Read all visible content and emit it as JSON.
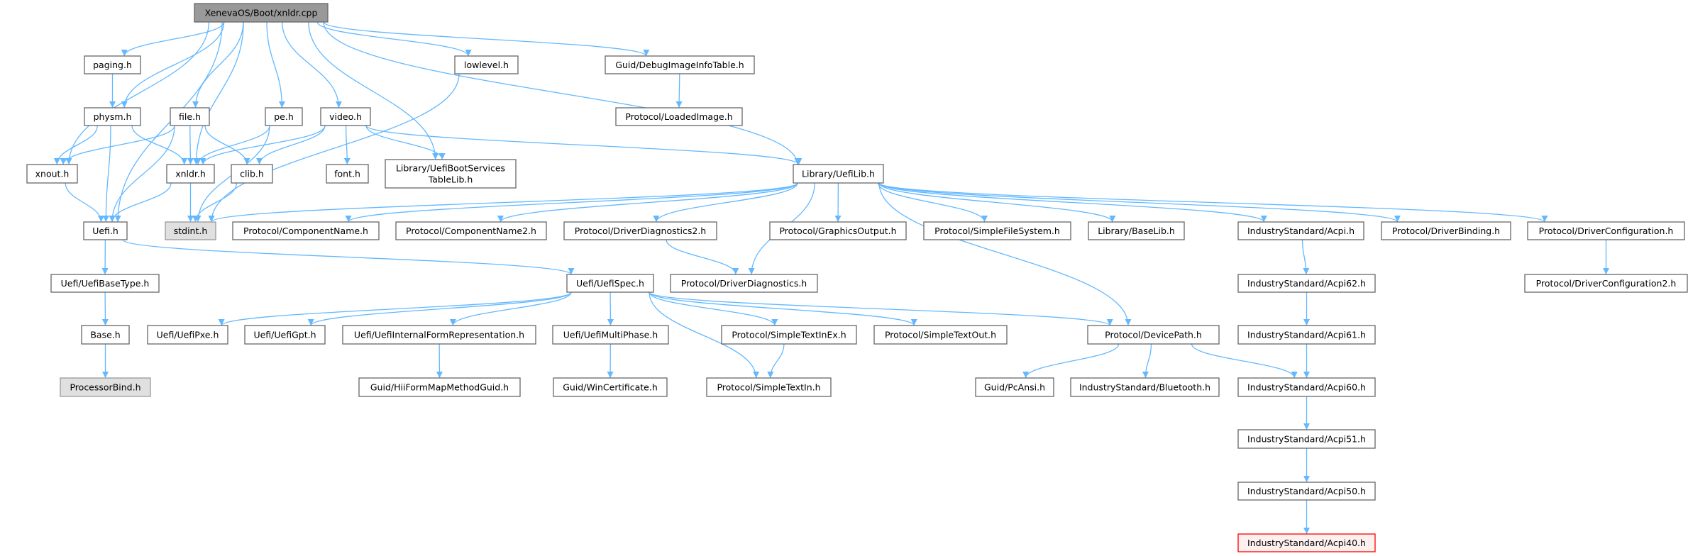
{
  "graph": {
    "title": "XenevaOS/Boot/xnldr.cpp",
    "colors": {
      "edge": "#63b8ff",
      "root_fill": "#999999",
      "external_fill": "#e0e0e0",
      "missing_border": "#ff0000"
    },
    "nodes": [
      {
        "id": "root",
        "label": [
          "XenevaOS/Boot/xnldr.cpp"
        ],
        "kind": "root"
      },
      {
        "id": "paging",
        "label": [
          "paging.h"
        ]
      },
      {
        "id": "lowlevel",
        "label": [
          "lowlevel.h"
        ]
      },
      {
        "id": "debugimg",
        "label": [
          "Guid/DebugImageInfoTable.h"
        ]
      },
      {
        "id": "physm",
        "label": [
          "physm.h"
        ]
      },
      {
        "id": "file",
        "label": [
          "file.h"
        ]
      },
      {
        "id": "pe",
        "label": [
          "pe.h"
        ]
      },
      {
        "id": "video",
        "label": [
          "video.h"
        ]
      },
      {
        "id": "loadedimage",
        "label": [
          "Protocol/LoadedImage.h"
        ]
      },
      {
        "id": "xnout",
        "label": [
          "xnout.h"
        ]
      },
      {
        "id": "xnldr",
        "label": [
          "xnldr.h"
        ]
      },
      {
        "id": "clib",
        "label": [
          "clib.h"
        ]
      },
      {
        "id": "font",
        "label": [
          "font.h"
        ]
      },
      {
        "id": "bootsvc",
        "label": [
          "Library/UefiBootServices",
          "TableLib.h"
        ]
      },
      {
        "id": "uefilib",
        "label": [
          "Library/UefiLib.h"
        ]
      },
      {
        "id": "uefi",
        "label": [
          "Uefi.h"
        ]
      },
      {
        "id": "stdint",
        "label": [
          "stdint.h"
        ],
        "kind": "ext"
      },
      {
        "id": "compname",
        "label": [
          "Protocol/ComponentName.h"
        ]
      },
      {
        "id": "compname2",
        "label": [
          "Protocol/ComponentName2.h"
        ]
      },
      {
        "id": "drvdiag2",
        "label": [
          "Protocol/DriverDiagnostics2.h"
        ]
      },
      {
        "id": "gop",
        "label": [
          "Protocol/GraphicsOutput.h"
        ]
      },
      {
        "id": "sfs",
        "label": [
          "Protocol/SimpleFileSystem.h"
        ]
      },
      {
        "id": "baselib",
        "label": [
          "Library/BaseLib.h"
        ]
      },
      {
        "id": "acpi",
        "label": [
          "IndustryStandard/Acpi.h"
        ]
      },
      {
        "id": "drvbind",
        "label": [
          "Protocol/DriverBinding.h"
        ]
      },
      {
        "id": "drvconf",
        "label": [
          "Protocol/DriverConfiguration.h"
        ]
      },
      {
        "id": "basetype",
        "label": [
          "Uefi/UefiBaseType.h"
        ]
      },
      {
        "id": "uefispec",
        "label": [
          "Uefi/UefiSpec.h"
        ]
      },
      {
        "id": "drvdiag",
        "label": [
          "Protocol/DriverDiagnostics.h"
        ]
      },
      {
        "id": "acpi62",
        "label": [
          "IndustryStandard/Acpi62.h"
        ]
      },
      {
        "id": "drvconf2",
        "label": [
          "Protocol/DriverConfiguration2.h"
        ]
      },
      {
        "id": "base",
        "label": [
          "Base.h"
        ]
      },
      {
        "id": "pxe",
        "label": [
          "Uefi/UefiPxe.h"
        ]
      },
      {
        "id": "gpt",
        "label": [
          "Uefi/UefiGpt.h"
        ]
      },
      {
        "id": "ifr",
        "label": [
          "Uefi/UefiInternalFormRepresentation.h"
        ]
      },
      {
        "id": "multiphase",
        "label": [
          "Uefi/UefiMultiPhase.h"
        ]
      },
      {
        "id": "stinex",
        "label": [
          "Protocol/SimpleTextInEx.h"
        ]
      },
      {
        "id": "stout",
        "label": [
          "Protocol/SimpleTextOut.h"
        ]
      },
      {
        "id": "devpath",
        "label": [
          "Protocol/DevicePath.h"
        ]
      },
      {
        "id": "acpi61",
        "label": [
          "IndustryStandard/Acpi61.h"
        ]
      },
      {
        "id": "procbind",
        "label": [
          "ProcessorBind.h"
        ],
        "kind": "ext"
      },
      {
        "id": "hiiform",
        "label": [
          "Guid/HiiFormMapMethodGuid.h"
        ]
      },
      {
        "id": "wincert",
        "label": [
          "Guid/WinCertificate.h"
        ]
      },
      {
        "id": "stin",
        "label": [
          "Protocol/SimpleTextIn.h"
        ]
      },
      {
        "id": "pcansi",
        "label": [
          "Guid/PcAnsi.h"
        ]
      },
      {
        "id": "bluetooth",
        "label": [
          "IndustryStandard/Bluetooth.h"
        ]
      },
      {
        "id": "acpi60",
        "label": [
          "IndustryStandard/Acpi60.h"
        ]
      },
      {
        "id": "acpi51",
        "label": [
          "IndustryStandard/Acpi51.h"
        ]
      },
      {
        "id": "acpi50",
        "label": [
          "IndustryStandard/Acpi50.h"
        ]
      },
      {
        "id": "acpi40",
        "label": [
          "IndustryStandard/Acpi40.h"
        ],
        "kind": "missing"
      }
    ],
    "edges": [
      [
        "root",
        "paging"
      ],
      [
        "root",
        "physm"
      ],
      [
        "root",
        "file"
      ],
      [
        "root",
        "xnldr"
      ],
      [
        "root",
        "pe"
      ],
      [
        "root",
        "video"
      ],
      [
        "root",
        "bootsvc"
      ],
      [
        "root",
        "lowlevel"
      ],
      [
        "root",
        "debugimg"
      ],
      [
        "root",
        "uefilib"
      ],
      [
        "root",
        "xnout"
      ],
      [
        "root",
        "uefi"
      ],
      [
        "paging",
        "physm"
      ],
      [
        "physm",
        "xnout"
      ],
      [
        "physm",
        "xnldr"
      ],
      [
        "physm",
        "uefi"
      ],
      [
        "file",
        "xnout"
      ],
      [
        "file",
        "uefi"
      ],
      [
        "file",
        "xnldr"
      ],
      [
        "file",
        "clib"
      ],
      [
        "pe",
        "xnldr"
      ],
      [
        "pe",
        "stdint"
      ],
      [
        "video",
        "xnldr"
      ],
      [
        "video",
        "clib"
      ],
      [
        "video",
        "font"
      ],
      [
        "video",
        "bootsvc"
      ],
      [
        "video",
        "uefilib"
      ],
      [
        "lowlevel",
        "stdint"
      ],
      [
        "debugimg",
        "loadedimage"
      ],
      [
        "xnout",
        "uefi"
      ],
      [
        "xnldr",
        "uefi"
      ],
      [
        "xnldr",
        "stdint"
      ],
      [
        "clib",
        "stdint"
      ],
      [
        "uefilib",
        "stdint"
      ],
      [
        "uefilib",
        "compname"
      ],
      [
        "uefilib",
        "compname2"
      ],
      [
        "uefilib",
        "drvdiag2"
      ],
      [
        "uefilib",
        "drvdiag"
      ],
      [
        "uefilib",
        "gop"
      ],
      [
        "uefilib",
        "sfs"
      ],
      [
        "uefilib",
        "baselib"
      ],
      [
        "uefilib",
        "acpi"
      ],
      [
        "uefilib",
        "drvbind"
      ],
      [
        "uefilib",
        "drvconf"
      ],
      [
        "uefilib",
        "devpath"
      ],
      [
        "uefi",
        "basetype"
      ],
      [
        "uefi",
        "uefispec"
      ],
      [
        "basetype",
        "base"
      ],
      [
        "base",
        "procbind"
      ],
      [
        "drvdiag2",
        "drvdiag"
      ],
      [
        "uefispec",
        "pxe"
      ],
      [
        "uefispec",
        "gpt"
      ],
      [
        "uefispec",
        "ifr"
      ],
      [
        "uefispec",
        "multiphase"
      ],
      [
        "uefispec",
        "stin"
      ],
      [
        "uefispec",
        "stinex"
      ],
      [
        "uefispec",
        "stout"
      ],
      [
        "uefispec",
        "devpath"
      ],
      [
        "ifr",
        "hiiform"
      ],
      [
        "multiphase",
        "wincert"
      ],
      [
        "stinex",
        "stin"
      ],
      [
        "devpath",
        "pcansi"
      ],
      [
        "devpath",
        "bluetooth"
      ],
      [
        "devpath",
        "acpi60"
      ],
      [
        "acpi",
        "acpi62"
      ],
      [
        "acpi62",
        "acpi61"
      ],
      [
        "acpi61",
        "acpi60"
      ],
      [
        "acpi60",
        "acpi51"
      ],
      [
        "acpi51",
        "acpi50"
      ],
      [
        "acpi50",
        "acpi40"
      ],
      [
        "drvconf",
        "drvconf2"
      ]
    ]
  }
}
